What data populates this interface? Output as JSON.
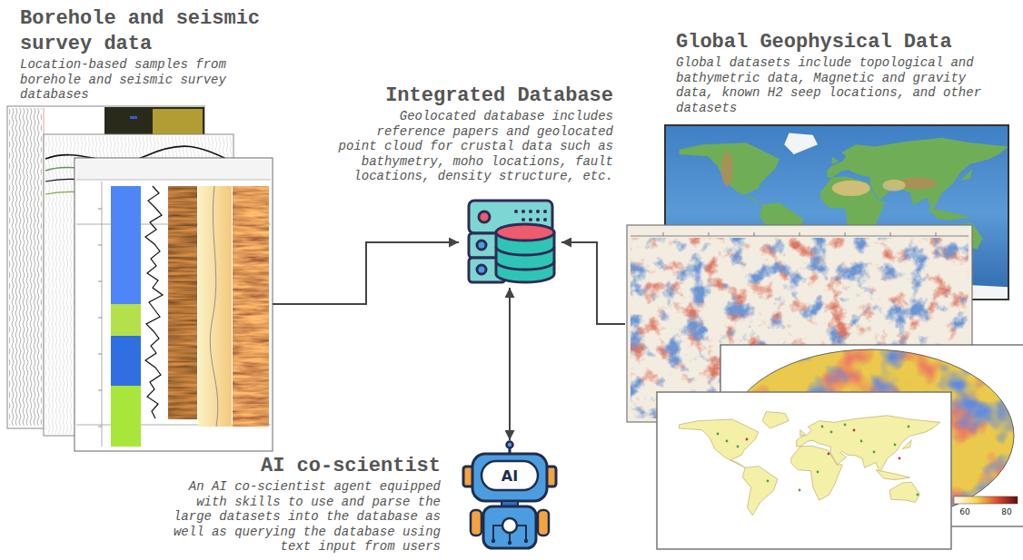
{
  "diagram": {
    "nodes": [
      {
        "text": [
          "Borehole and seismic survey data",
          "Location-based samples from borehole and seismic survey databases"
        ]
      },
      {
        "text": [
          "Integrated Database",
          "Geolocated database includes reference papers and geolocated point cloud for crustal data such as bathymetry, moho locations, fault locations, density structure, etc."
        ]
      },
      {
        "text": [
          "Global Geophysical Data",
          "Global datasets include topological and bathymetric data, Magnetic and gravity data, known H2 seep locations, and other datasets"
        ]
      },
      {
        "text": [
          "AI co-scientist",
          "An AI co-scientist agent equipped with skills to use and parse the large datasets into the database as well as querying the database using text input from users"
        ]
      }
    ],
    "edges": [
      {
        "from": 0,
        "to": 1,
        "arrow": "to"
      },
      {
        "from": 2,
        "to": 1,
        "arrow": "to"
      },
      {
        "from": 1,
        "to": 3,
        "arrow": "both"
      }
    ],
    "labels": [
      "AI",
      "60",
      "80"
    ]
  }
}
